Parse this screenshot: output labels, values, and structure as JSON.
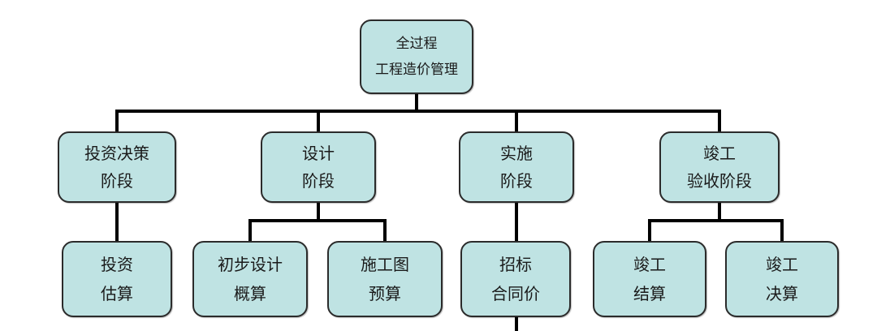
{
  "root": {
    "line1": "全过程",
    "line2": "工程造价管理"
  },
  "stages": [
    {
      "line1": "投资决策",
      "line2": "阶段"
    },
    {
      "line1": "设计",
      "line2": "阶段"
    },
    {
      "line1": "实施",
      "line2": "阶段"
    },
    {
      "line1": "竣工",
      "line2": "验收阶段"
    }
  ],
  "outputs": [
    {
      "line1": "投资",
      "line2": "估算"
    },
    {
      "line1": "初步设计",
      "line2": "概算"
    },
    {
      "line1": "施工图",
      "line2": "预算"
    },
    {
      "line1": "招标",
      "line2": "合同价"
    },
    {
      "line1": "竣工",
      "line2": "结算"
    },
    {
      "line1": "竣工",
      "line2": "决算"
    }
  ],
  "colors": {
    "box_fill": "#bfe3e3",
    "box_border": "#2b2b2b",
    "connector": "#000000"
  }
}
